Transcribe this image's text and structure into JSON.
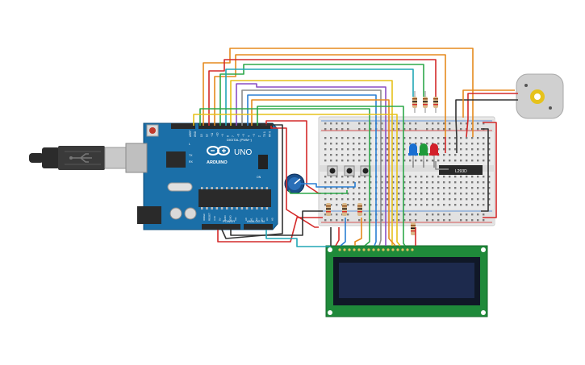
{
  "arduino": {
    "logo_text": "ARDUINO",
    "model": "UNO",
    "digital_header": "DIGITAL (PWM~)",
    "power_label": "POWER",
    "analog_label": "ANALOG IN",
    "aref": "AREF",
    "gnd": "GND",
    "tx": "TX",
    "rx": "RX",
    "on": "ON",
    "l": "L",
    "digital_pins": [
      "13",
      "12",
      "~11",
      "~10",
      "~9",
      "8",
      "7",
      "~6",
      "~5",
      "4",
      "~3",
      "2",
      "TX 1",
      "RX 0"
    ],
    "power_pins": [
      "IOREF",
      "RESET",
      "3.3V",
      "5V",
      "GND",
      "GND",
      "Vin"
    ],
    "analog_pins": [
      "A0",
      "A1",
      "A2",
      "A3",
      "A4",
      "A5"
    ]
  },
  "driver_chip": {
    "label": "L293D"
  },
  "leds": [
    {
      "name": "blue-led",
      "color": "#1a6fd1"
    },
    {
      "name": "green-led",
      "color": "#1f9a3a"
    },
    {
      "name": "red-led",
      "color": "#d2202a"
    }
  ],
  "colors": {
    "board": "#1b6fa8",
    "breadboard": "#e9e9e9",
    "lcd_pcb": "#1f8a3a",
    "lcd_screen": "#1d2a4d",
    "wire_red": "#d42a2a",
    "wire_black": "#333333",
    "wire_orange": "#e58a1e",
    "wire_yellow": "#e6c21c",
    "wire_green": "#2ea84a",
    "wire_blue": "#2a7fd4",
    "wire_purple": "#8a4fc4",
    "wire_gray": "#8c8c8c",
    "wire_cyan": "#21a6b5"
  }
}
